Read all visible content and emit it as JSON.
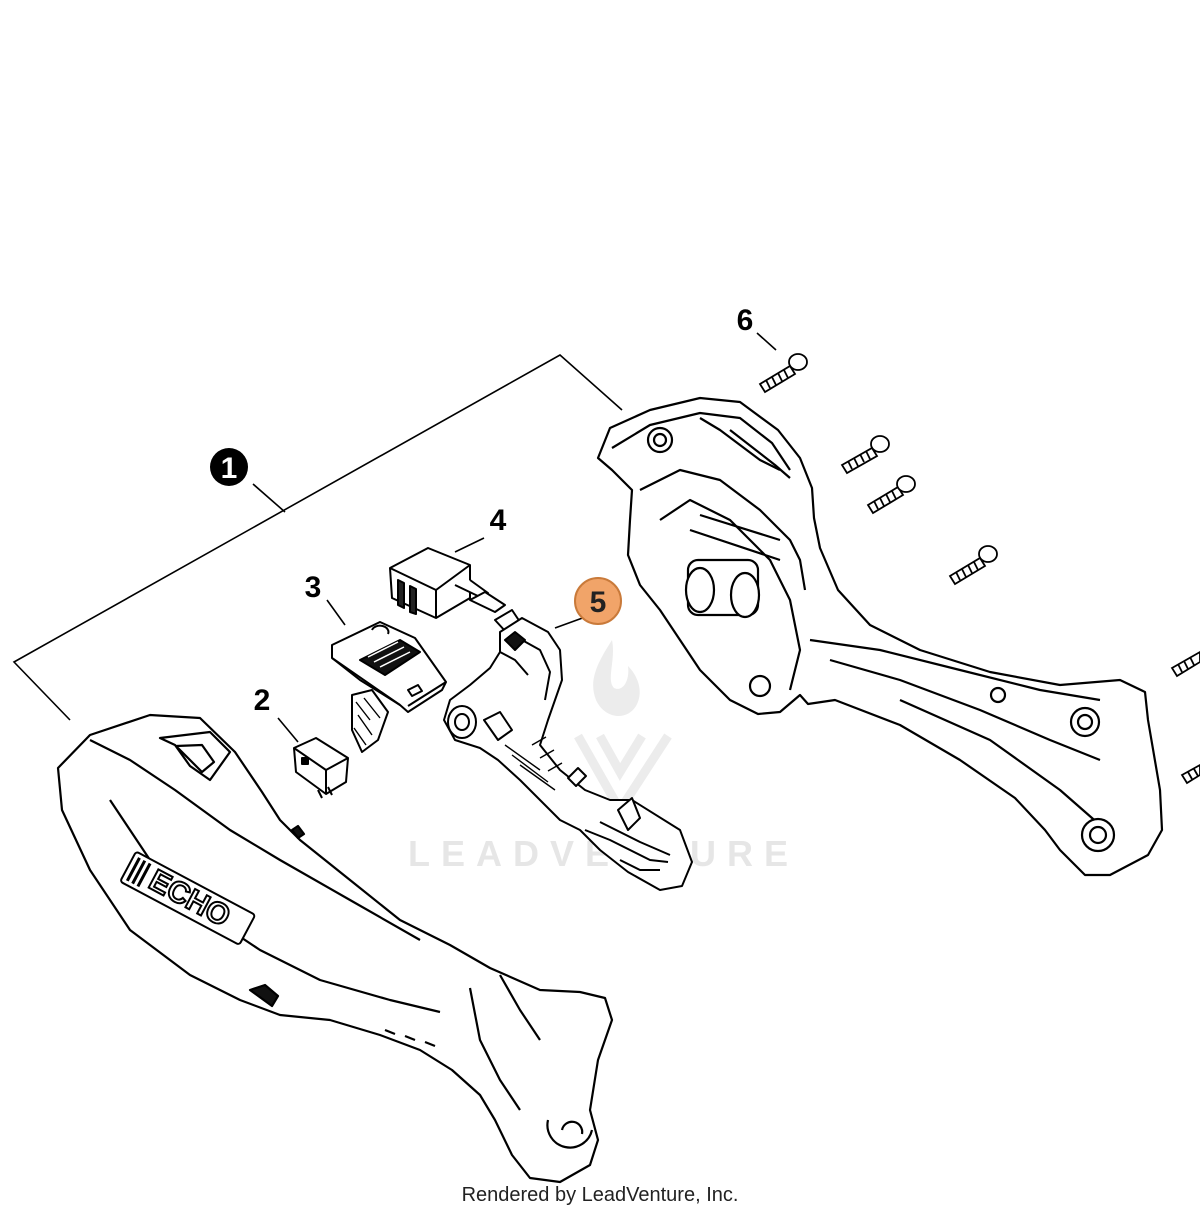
{
  "callouts": {
    "c1": "1",
    "c2": "2",
    "c3": "3",
    "c4": "4",
    "c5": "5",
    "c6": "6"
  },
  "brand_logo_text": "ECHO",
  "watermark_text": "LEADVENTURE",
  "footer_text": "Rendered by LeadVenture, Inc.",
  "colors": {
    "line": "#000000",
    "highlight": "#f1a469",
    "highlight_stroke": "#c97a3a",
    "watermark": "#e6e6e6"
  }
}
